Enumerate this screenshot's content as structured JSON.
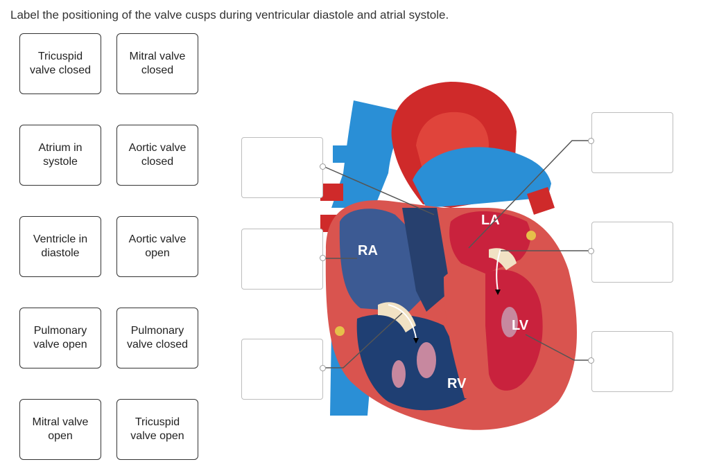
{
  "question": "Label the positioning of the valve cusps during ventricular diastole and atrial systole.",
  "labels": [
    "Tricuspid valve closed",
    "Mitral valve closed",
    "Atrium in systole",
    "Aortic valve closed",
    "Ventricle in diastole",
    "Aortic valve open",
    "Pulmonary valve open",
    "Pulmonary valve closed",
    "Mitral valve open",
    "Tricuspid valve open"
  ],
  "diagram": {
    "chambers": {
      "ra": "RA",
      "la": "LA",
      "rv": "RV",
      "lv": "LV"
    }
  },
  "colors": {
    "border": "#333333",
    "target_border": "#bdbdbd",
    "myocardium": "#d9544f",
    "vessel_blue": "#2a8fd6",
    "artery_red": "#cf2a2a",
    "ra_interior": "#3c5a93"
  }
}
